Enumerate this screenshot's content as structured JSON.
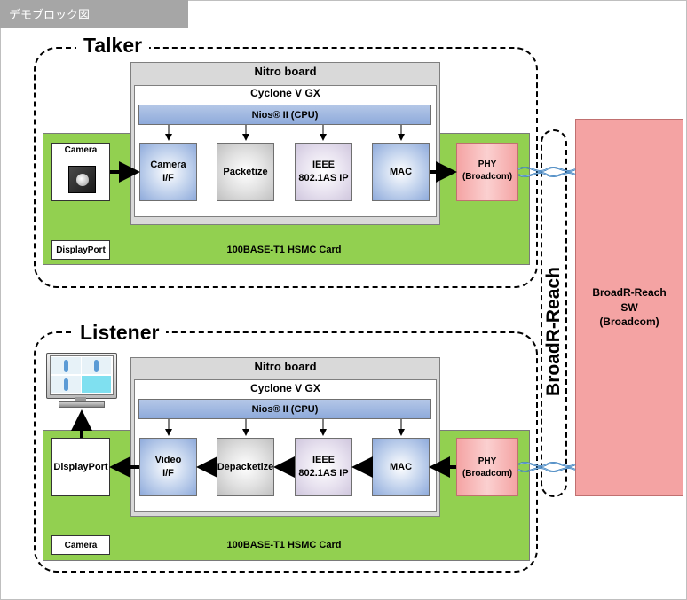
{
  "header": {
    "tab_title": "デモブロック図"
  },
  "talker": {
    "title": "Talker",
    "nitro_label": "Nitro board",
    "cyclone_label": "Cyclone V GX",
    "nios_label": "Nios® II (CPU)",
    "camera_label": "Camera",
    "blocks": [
      "Camera\nI/F",
      "Packetize",
      "IEEE\n802.1AS IP",
      "MAC"
    ],
    "phy_label": "PHY\n(Broadcom)",
    "displayport_label": "DisplayPort",
    "card_label": "100BASE-T1 HSMC Card"
  },
  "listener": {
    "title": "Listener",
    "nitro_label": "Nitro board",
    "cyclone_label": "Cyclone V GX",
    "nios_label": "Nios® II (CPU)",
    "displayport_label": "DisplayPort",
    "blocks": [
      "Video\nI/F",
      "Depacketize",
      "IEEE\n802.1AS IP",
      "MAC"
    ],
    "phy_label": "PHY\n(Broadcom)",
    "camera_label": "Camera",
    "card_label": "100BASE-T1 HSMC Card"
  },
  "broadr_reach_label": "BroadR-Reach",
  "switch_label": "BroadR-Reach\nSW\n(Broadcom)",
  "colors": {
    "card_green": "#92d050",
    "nitro_gray": "#d9d9d9",
    "nios_blue": "#8eaadb",
    "phy_red": "#f4a3a3",
    "cable_blue": "#2e75b6"
  },
  "icons": {
    "camera": "camera-icon",
    "monitor": "monitor-icon"
  }
}
